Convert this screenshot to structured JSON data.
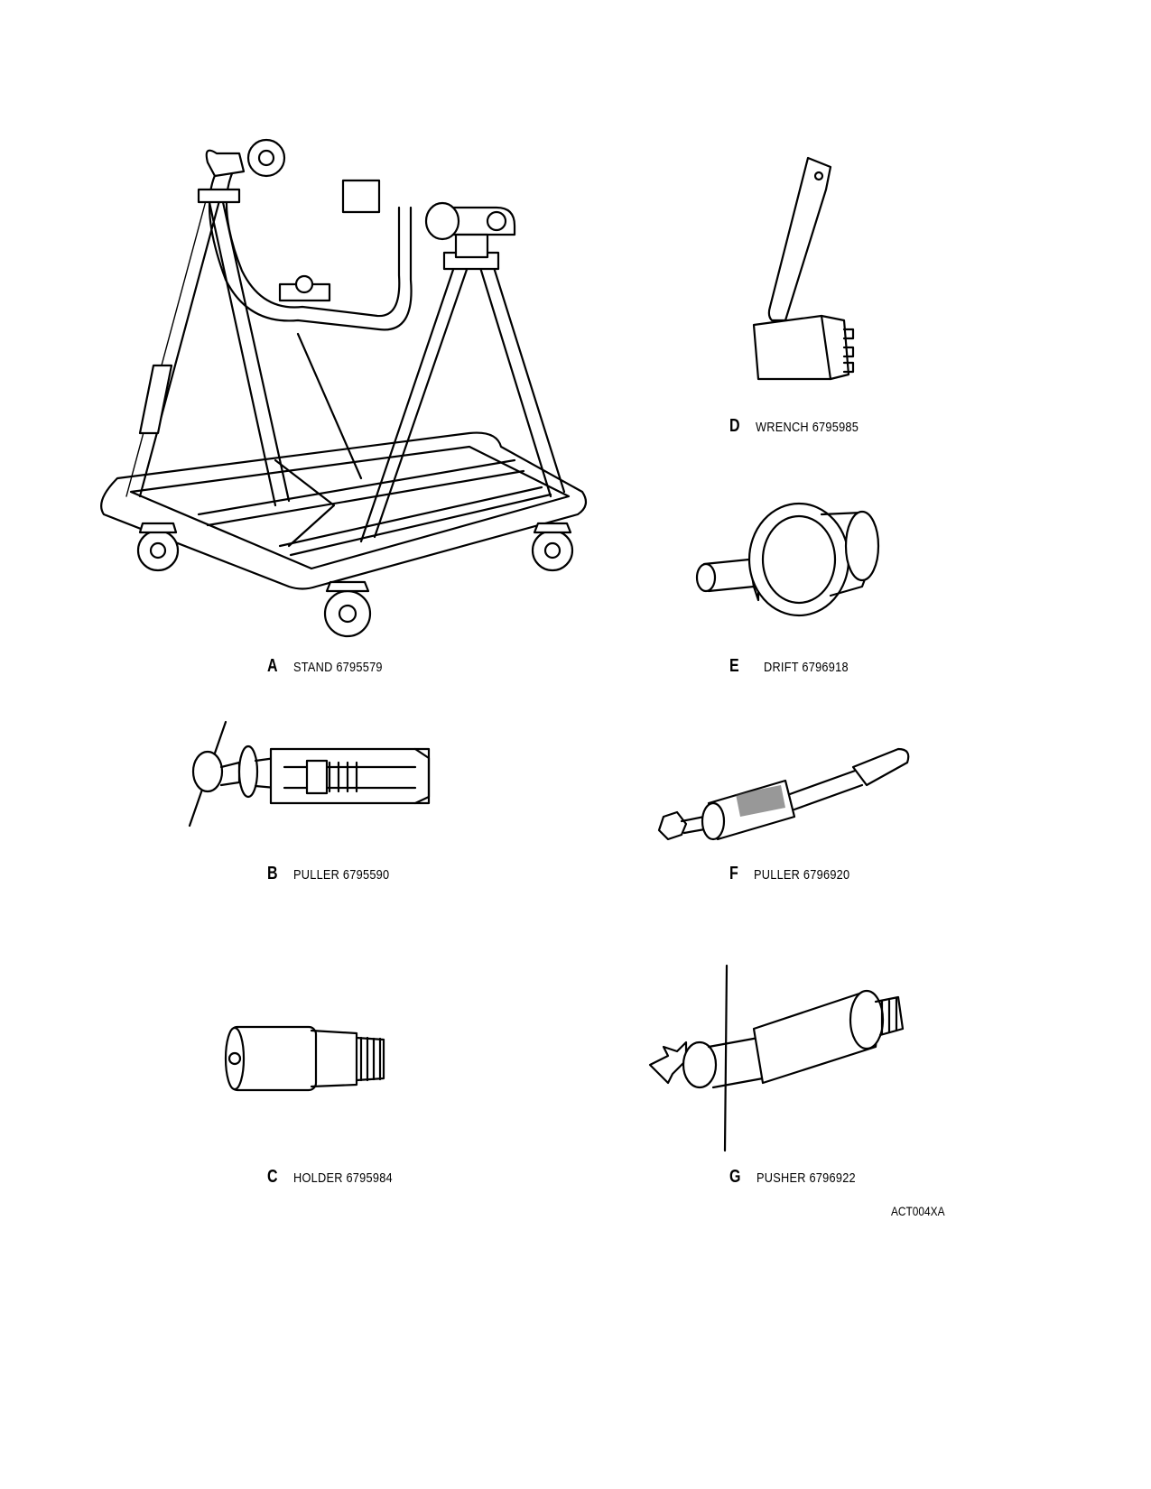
{
  "figures": [
    {
      "letter": "A",
      "name": "STAND 6795579",
      "icon": "engine-stand-illustration"
    },
    {
      "letter": "B",
      "name": "PULLER 6795590",
      "icon": "screw-puller-illustration"
    },
    {
      "letter": "C",
      "name": "HOLDER 6795984",
      "icon": "splined-holder-illustration"
    },
    {
      "letter": "D",
      "name": "WRENCH 6795985",
      "icon": "spanner-wrench-illustration"
    },
    {
      "letter": "E",
      "name": "DRIFT 6796918",
      "icon": "drift-illustration"
    },
    {
      "letter": "F",
      "name": "PULLER 6796920",
      "icon": "slide-hammer-puller-illustration"
    },
    {
      "letter": "G",
      "name": "PUSHER 6796922",
      "icon": "pusher-tool-illustration"
    }
  ],
  "drawing_id": "ACT004XA"
}
